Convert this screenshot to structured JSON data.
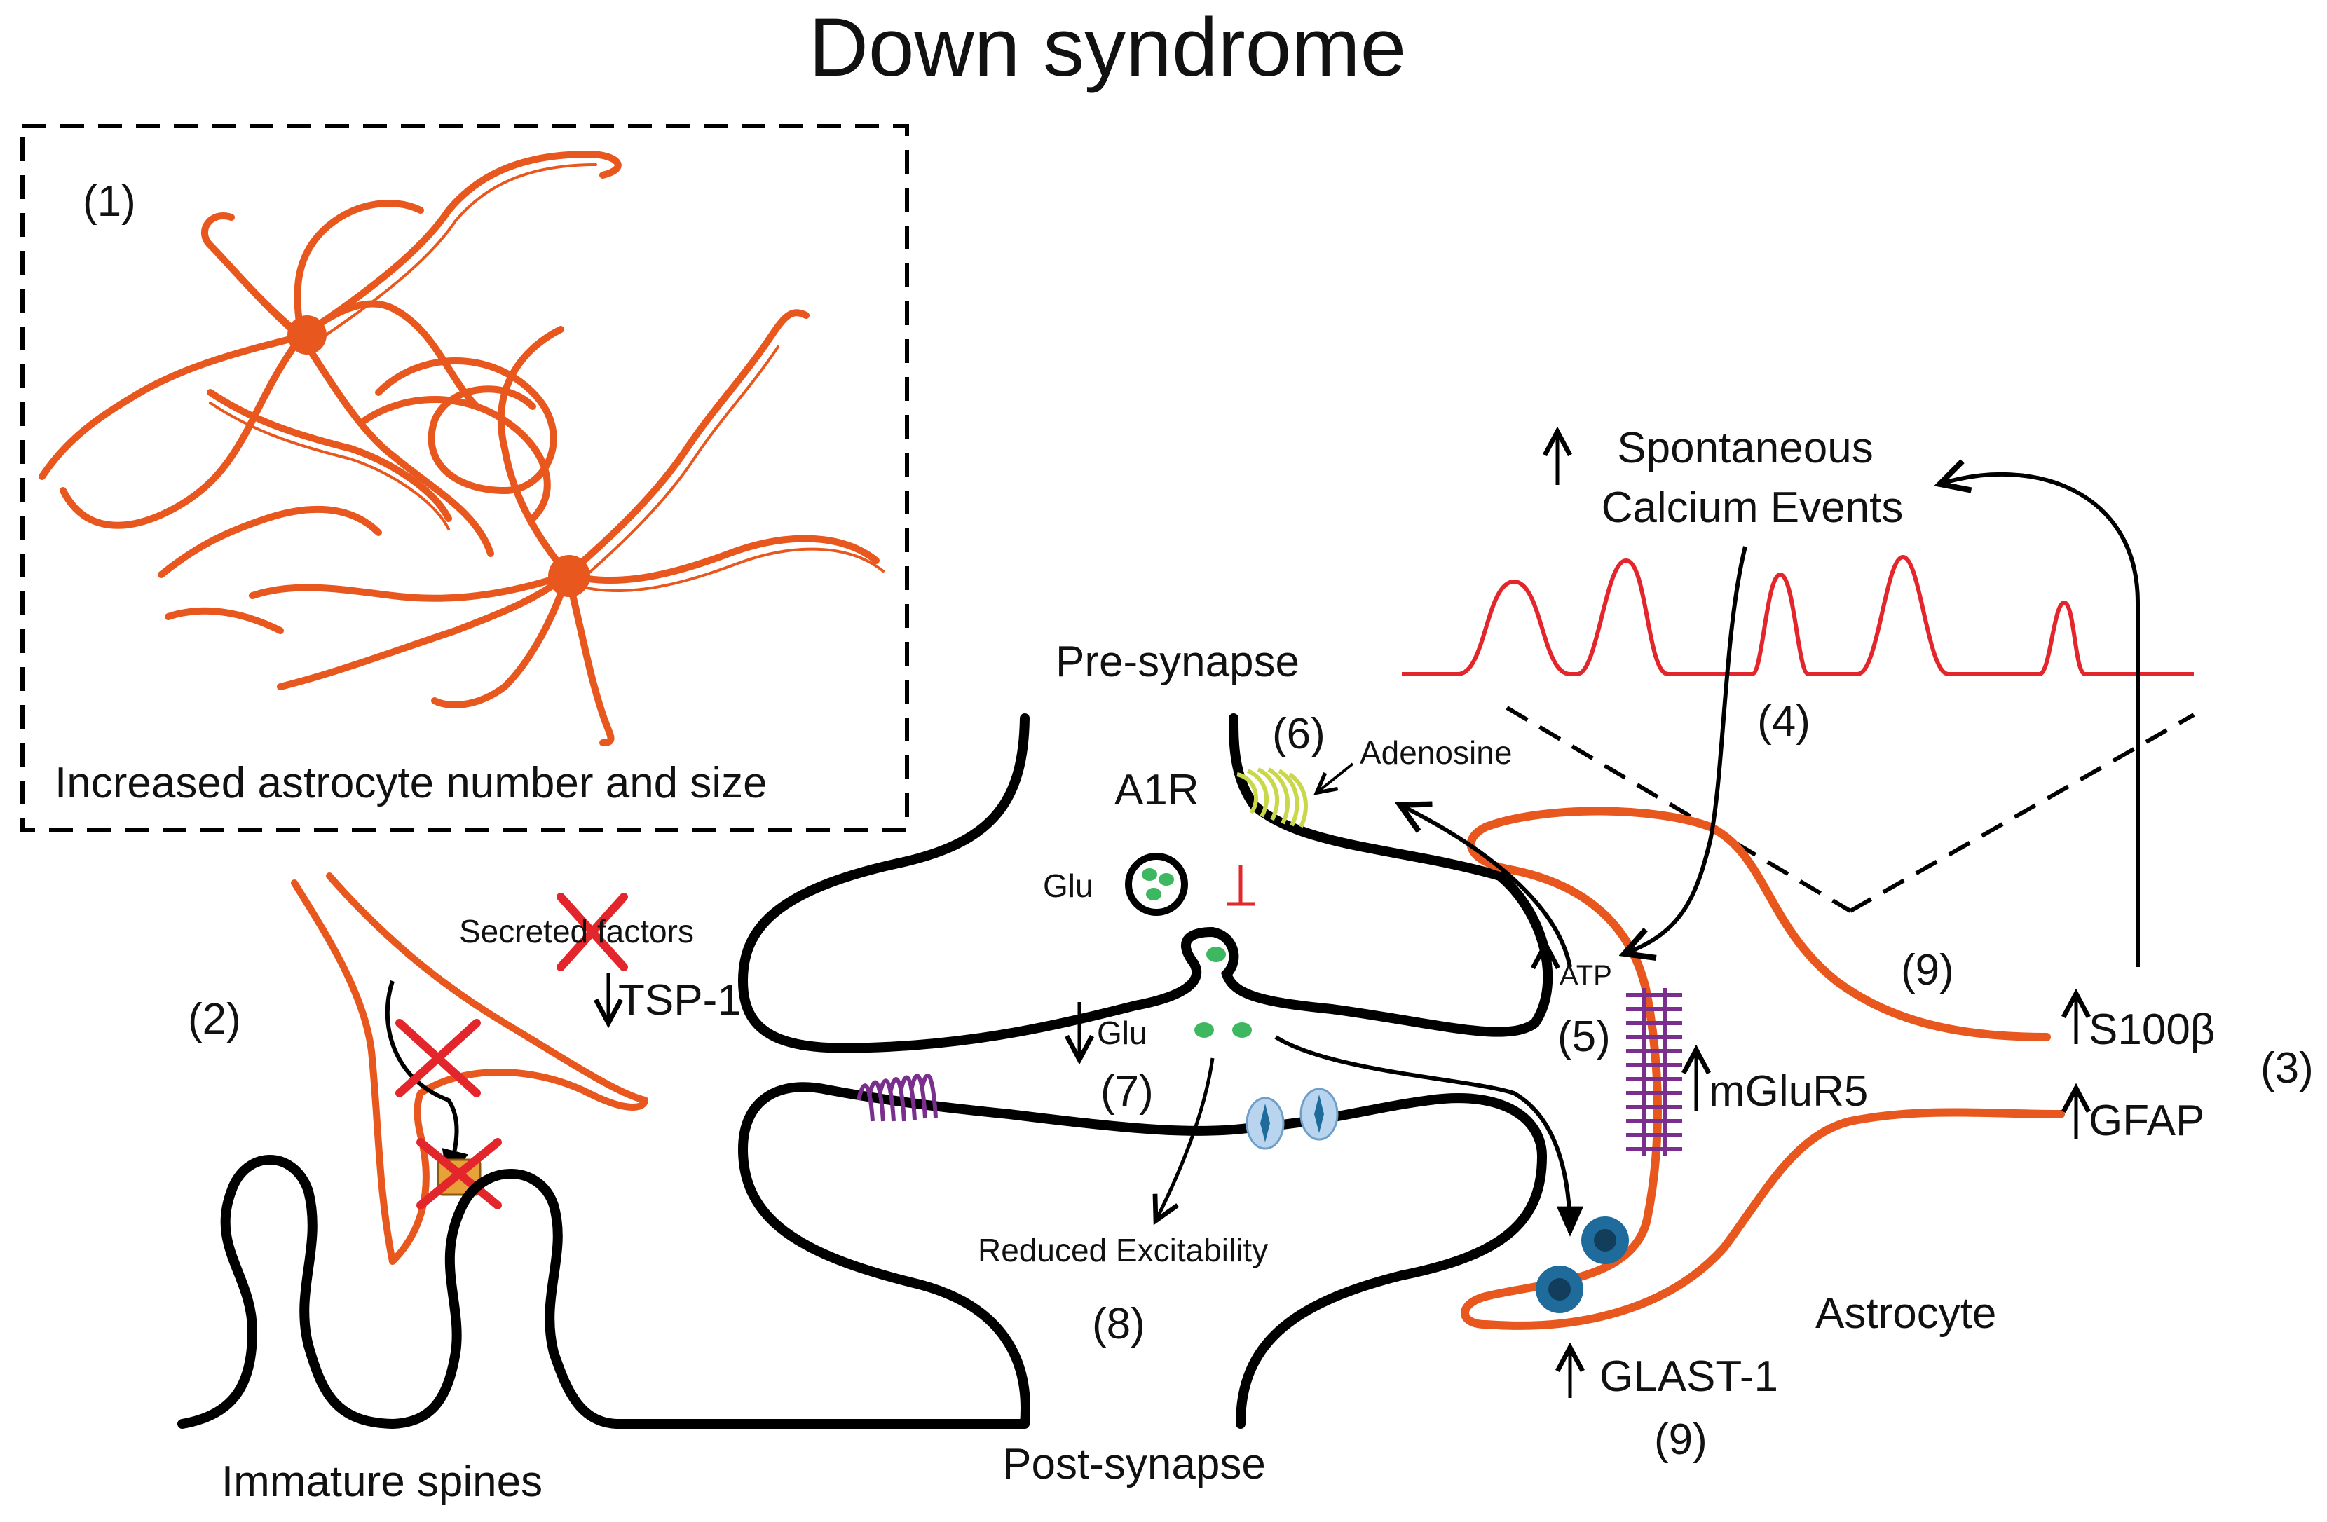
{
  "title": "Down syndrome",
  "panel1": {
    "number": "(1)",
    "caption": "Increased astrocyte number and size"
  },
  "panel2": {
    "number": "(2)",
    "secreted_factors": "Secreted factors",
    "tsp1": "TSP-1",
    "spines_label": "Immature spines"
  },
  "synapse": {
    "pre_label": "Pre-synapse",
    "post_label": "Post-synapse",
    "a1r": "A1R",
    "glu_vesicle": "Glu",
    "glu_released": "Glu",
    "adenosine": "Adenosine",
    "reduced_excitability": "Reduced Excitability",
    "n6": "(6)",
    "n7": "(7)",
    "n8": "(8)"
  },
  "calcium": {
    "line1": "Spontaneous",
    "line2": "Calcium Events",
    "n4": "(4)"
  },
  "astrocyte": {
    "label": "Astrocyte",
    "atp": "ATP",
    "n5": "(5)",
    "mglur5": "mGluR5",
    "n9_top": "(9)",
    "s100b": "S100β",
    "gfap": "GFAP",
    "n3": "(3)",
    "glast1": "GLAST-1",
    "n9_bottom": "(9)"
  },
  "colors": {
    "astrocyte": "#E8581E",
    "calcium_trace": "#E3262B",
    "cross": "#E3262B",
    "glu": "#3DB860",
    "a1r": "#C8D84A",
    "mglur5": "#7A2E8E",
    "glast": "#1F6B9C",
    "channel": "#B9D4EE",
    "outline": "#000000"
  },
  "icons": [
    "up-arrow-icon",
    "down-arrow-icon",
    "cross-icon",
    "inhibition-icon"
  ]
}
